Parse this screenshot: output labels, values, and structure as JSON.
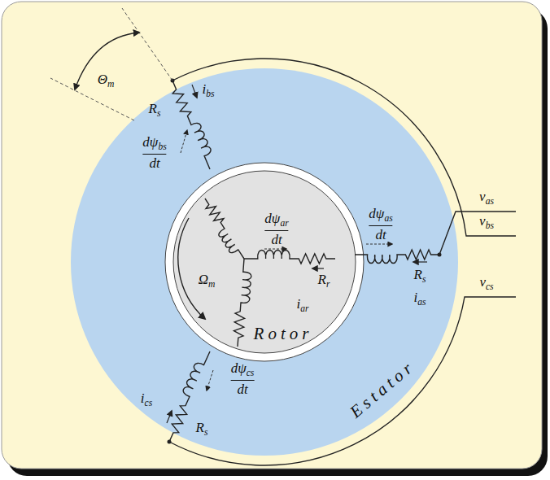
{
  "diagram": {
    "labels": [
      "Θm",
      "ibs",
      "Rs",
      "dψbs/dt",
      "dψar/dt",
      "Rr",
      "iar",
      "dψas/dt",
      "Rs",
      "ias",
      "vas",
      "vbs",
      "vcs",
      "Ωm",
      "Rotor",
      "ics",
      "Rs",
      "dψcs/dt",
      "Estator"
    ]
  }
}
